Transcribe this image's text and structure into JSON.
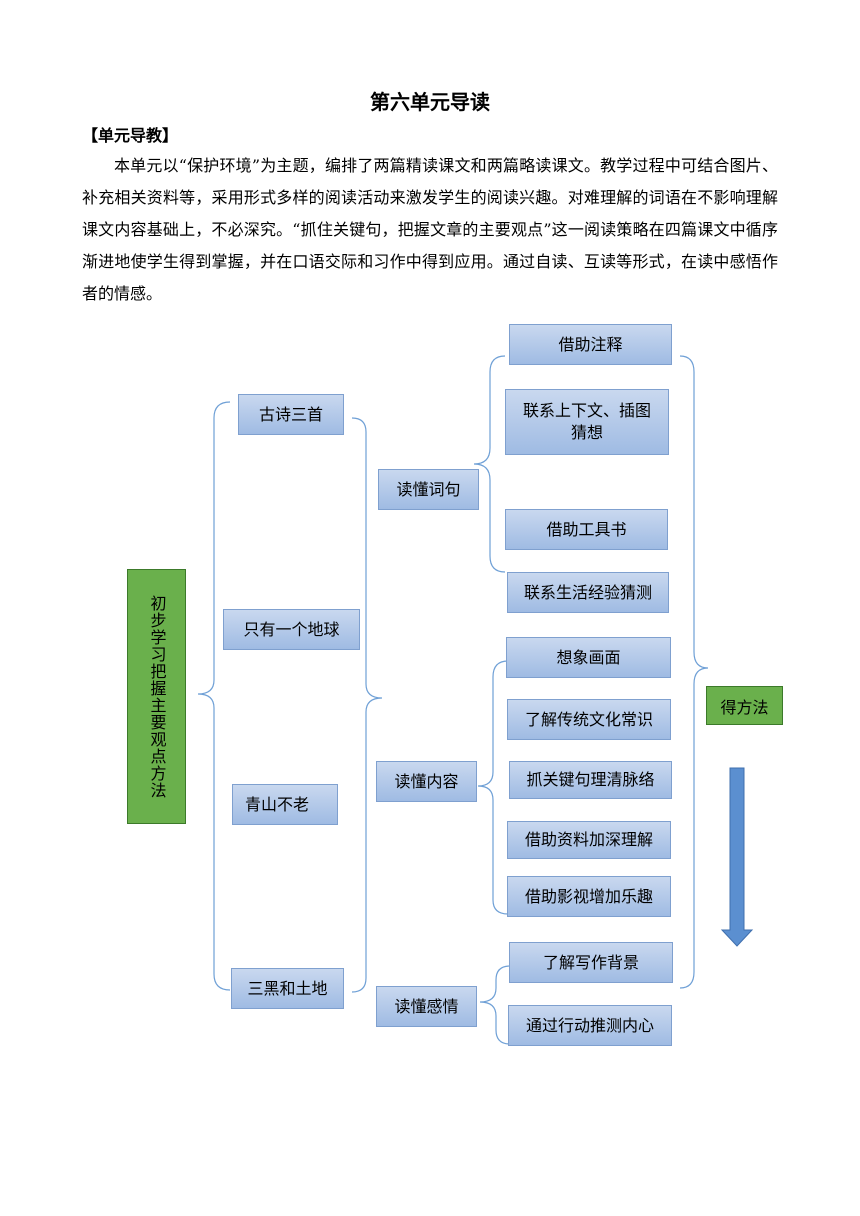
{
  "title": "第六单元导读",
  "section_heading": "【单元导教】",
  "paragraph": "本单元以“保护环境”为主题，编排了两篇精读课文和两篇略读课文。教学过程中可结合图片、补充相关资料等，采用形式多样的阅读活动来激发学生的阅读兴趣。对难理解的词语在不影响理解课文内容基础上，不必深究。“抓住关键句，把握文章的主要观点”这一阅读策略在四篇课文中循序渐进地使学生得到掌握，并在口语交际和习作中得到应用。通过自读、互读等形式，在读中感悟作者的情感。",
  "diagram": {
    "root": "初步学习把握主要观点方法",
    "lessons": [
      "古诗三首",
      "只有一个地球",
      "青山不老",
      "三黑和土地"
    ],
    "read_words": {
      "label": "读懂词句",
      "methods": [
        "借助注释",
        "联系上下文、插图猜想",
        "借助工具书",
        "联系生活经验猜测"
      ]
    },
    "read_content": {
      "label": "读懂内容",
      "methods": [
        "想象画面",
        "了解传统文化常识",
        "抓关键句理清脉络",
        "借助资料加深理解",
        "借助影视增加乐趣"
      ]
    },
    "read_feeling": {
      "label": "读懂感情",
      "methods": [
        "了解写作背景",
        "通过行动推测内心"
      ]
    },
    "result": "得方法"
  },
  "colors": {
    "box_fill_top": "#c9d8ef",
    "box_fill_bottom": "#9fbbe3",
    "box_border": "#7fa0cf",
    "green": "#6ab04c",
    "arrow": "#5b8fd0",
    "brace": "#6fa0d6"
  }
}
